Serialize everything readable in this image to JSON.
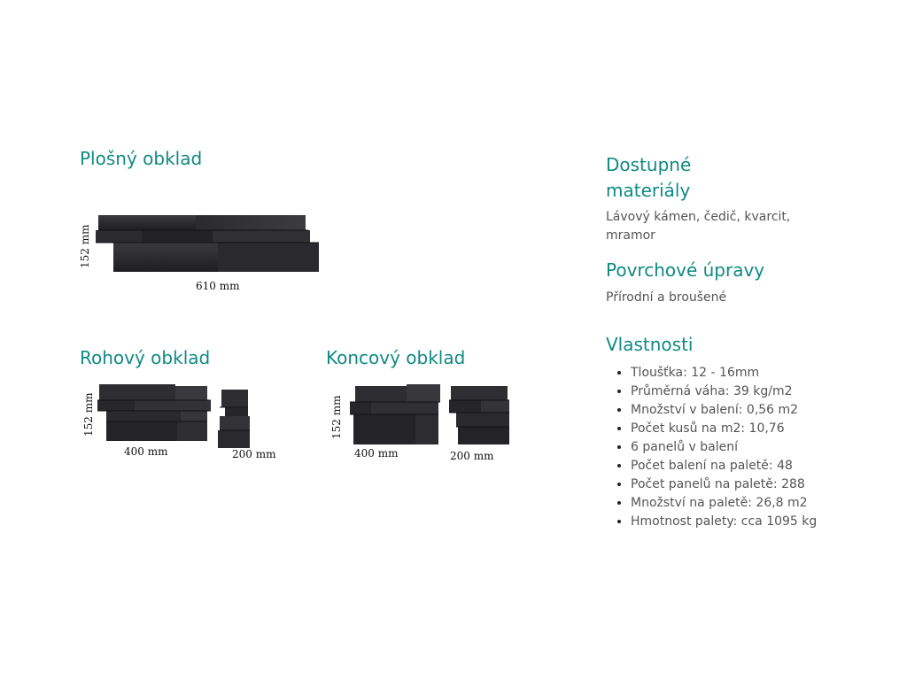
{
  "sections": {
    "flat": {
      "title": "Plošný obklad",
      "height_label": "152 mm",
      "width_label": "610 mm"
    },
    "corner": {
      "title": "Rohový obklad",
      "height_label": "152 mm",
      "width_label": "400 mm",
      "side_label": "200 mm"
    },
    "end": {
      "title": "Koncový obklad",
      "height_label": "152 mm",
      "width_label": "400 mm",
      "side_label": "200 mm"
    }
  },
  "info": {
    "materials": {
      "title": "Dostupné materiály",
      "title_line1": "Dostupné",
      "title_line2": "materiály",
      "text_line1": "Lávový kámen, čedič, kvarcit,",
      "text_line2": "mramor"
    },
    "surface": {
      "title": "Povrchové úpravy",
      "text": "Přírodní a broušené"
    },
    "properties": {
      "title": "Vlastnosti",
      "items": [
        "Tloušťka: 12 - 16mm",
        "Průměrná váha: 39 kg/m2",
        "Množství v balení: 0,56 m2",
        "Počet kusů na m2: 10,76",
        "6 panelů v balení",
        "Počet balení na paletě: 48",
        "Počet panelů na paletě: 288",
        "Množství na paletě: 26,8 m2",
        "Hmotnost palety: cca 1095 kg"
      ]
    }
  },
  "colors": {
    "heading": "#0f8a82",
    "stone": "#2a2a2e"
  }
}
